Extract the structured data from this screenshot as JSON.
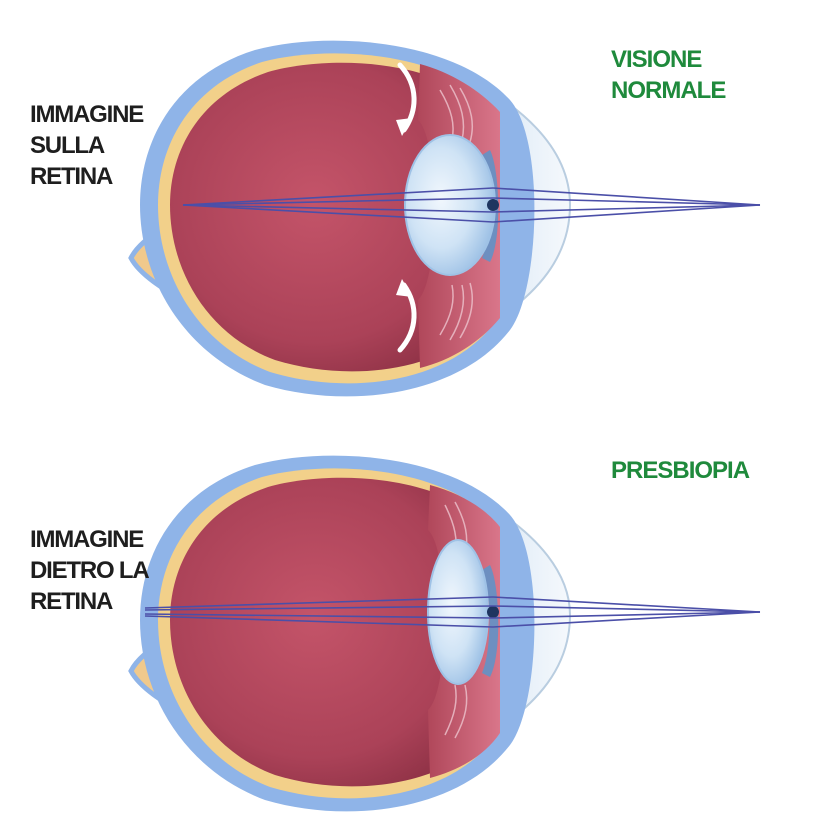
{
  "panels": [
    {
      "status_lines": [
        "VISIONE",
        "NORMALE"
      ],
      "image_lines": [
        "IMMAGINE",
        "SULLA",
        "RETINA"
      ]
    },
    {
      "status_lines": [
        "PRESBIOPIA"
      ],
      "image_lines": [
        "IMMAGINE",
        "DIETRO LA",
        "RETINA"
      ]
    }
  ],
  "colors": {
    "background": "#ffffff",
    "sclera": "#8fb4e8",
    "choroid": "#f2d08a",
    "vitreous": "#b9485e",
    "lens": "#cfe3f5",
    "light_rays": "#4b4fa8",
    "label_green": "#1f8a3c",
    "label_black": "#1e1e1e"
  }
}
